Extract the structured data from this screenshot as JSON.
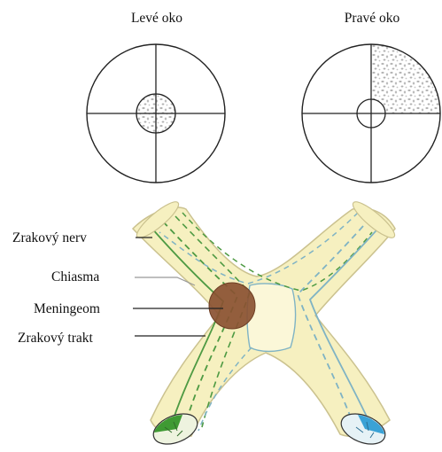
{
  "visual_fields": {
    "left_eye": {
      "title": "Levé oko",
      "defect": "small central scotoma (stippled)"
    },
    "right_eye": {
      "title": "Pravé oko",
      "defect": "upper temporal quadrant stippled"
    }
  },
  "labels": {
    "optic_nerve": "Zrakový nerv",
    "chiasm": "Chiasma",
    "meningioma": "Meningeom",
    "optic_tract": "Zrakový trakt"
  },
  "colors": {
    "nerve_fill": "#f5efbe",
    "nerve_outline": "#c9c190",
    "tumor": "#8a5132",
    "green_fibers": "#4e9a43",
    "blue_fibers": "#7fb3c4",
    "left_cut": "#3f9a33",
    "right_cut": "#3aa2d6",
    "field_defect": "#b8b8b8"
  }
}
